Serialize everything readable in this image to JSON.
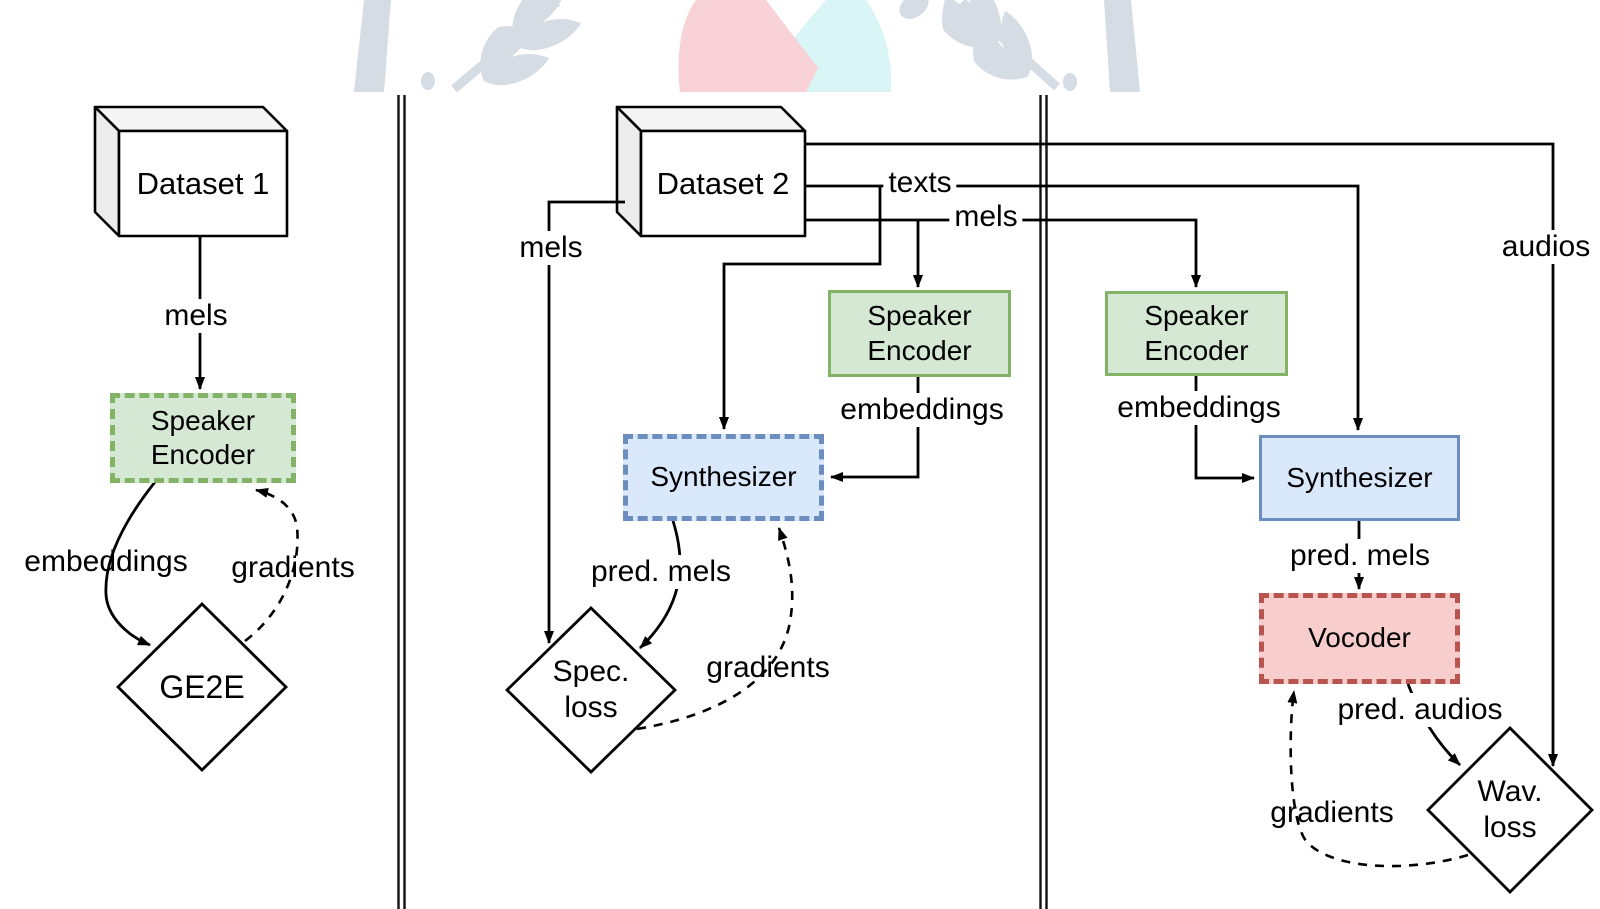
{
  "diagram": {
    "title": "Three-stage training pipeline diagram",
    "nodes": {
      "dataset1": "Dataset 1",
      "dataset2": "Dataset 2",
      "speaker_encoder_left": "Speaker\nEncoder",
      "speaker_encoder_mid": "Speaker\nEncoder",
      "speaker_encoder_right": "Speaker\nEncoder",
      "synthesizer_mid": "Synthesizer",
      "synthesizer_right": "Synthesizer",
      "vocoder": "Vocoder",
      "ge2e_loss": "GE2E",
      "spec_loss": "Spec.\nloss",
      "wav_loss": "Wav.\nloss"
    },
    "edge_labels": {
      "mels_left_panel": "mels",
      "mels_dataset2_left": "mels",
      "texts": "texts",
      "mels_dataset2_right": "mels",
      "audios": "audios",
      "embeddings_left": "embeddings",
      "gradients_left": "gradients",
      "embeddings_mid": "embeddings",
      "pred_mels_mid": "pred. mels",
      "gradients_mid": "gradients",
      "embeddings_right": "embeddings",
      "pred_mels_right": "pred. mels",
      "pred_audios": "pred. audios",
      "gradients_right": "gradients"
    },
    "colors": {
      "line": "#000000",
      "encoder_fill": "#d5e8d4",
      "encoder_stroke": "#82b366",
      "synthesizer_fill": "#dae8fc",
      "synthesizer_stroke": "#6c8ebf",
      "vocoder_fill": "#f8cecc",
      "vocoder_stroke": "#b85450",
      "watermark_gray": "#d6dce3",
      "watermark_pink": "#f9d2d7",
      "watermark_cyan": "#d9f5f6"
    }
  }
}
